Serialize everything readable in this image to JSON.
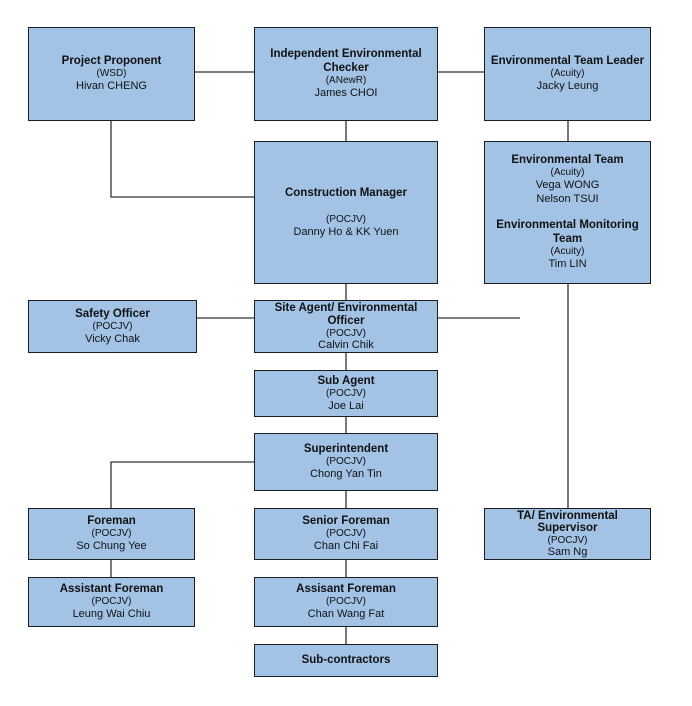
{
  "boxes": {
    "project_proponent": {
      "title": "Project Proponent",
      "org": "(WSD)",
      "person": "Hivan CHENG"
    },
    "iec": {
      "title": "Independent Environmental Checker",
      "org": "(ANewR)",
      "person": "James CHOI"
    },
    "et_leader": {
      "title": "Environmental Team Leader",
      "org": "(Acuity)",
      "person": "Jacky Leung"
    },
    "construction_manager": {
      "title": "Construction Manager",
      "org": "(POCJV)",
      "person": "Danny Ho & KK Yuen"
    },
    "environmental_team": {
      "title": "Environmental Team",
      "org": "(Acuity)",
      "person": "Vega WONG",
      "person2": "Nelson TSUI"
    },
    "env_monitoring_team": {
      "title": "Environmental Monitoring Team",
      "org": "(Acuity)",
      "person": "Tim LIN"
    },
    "safety_officer": {
      "title": "Safety Officer",
      "org": "(POCJV)",
      "person": "Vicky Chak"
    },
    "site_agent": {
      "title": "Site Agent/  Environmental Officer",
      "org": "(POCJV)",
      "person": "Calvin Chik"
    },
    "sub_agent": {
      "title": "Sub Agent",
      "org": "(POCJV)",
      "person": "Joe Lai"
    },
    "superintendent": {
      "title": "Superintendent",
      "org": "(POCJV)",
      "person": "Chong Yan Tin"
    },
    "foreman": {
      "title": "Foreman",
      "org": "(POCJV)",
      "person": "So Chung Yee"
    },
    "senior_foreman": {
      "title": "Senior Foreman",
      "org": "(POCJV)",
      "person": "Chan Chi Fai"
    },
    "ta_env_supervisor": {
      "title": "TA/ Environmental Supervisor",
      "org": "(POCJV)",
      "person": "Sam Ng"
    },
    "assistant_foreman": {
      "title": "Assistant Foreman",
      "org": "(POCJV)",
      "person": "Leung Wai Chiu"
    },
    "assisant_foreman": {
      "title": "Assisant Foreman",
      "org": "(POCJV)",
      "person": "Chan Wang Fat"
    },
    "subcontractors": {
      "title": "Sub-contractors"
    }
  },
  "colors": {
    "box_fill": "#a3c3e6",
    "border": "#1e1e1e",
    "connector": "#333333"
  }
}
